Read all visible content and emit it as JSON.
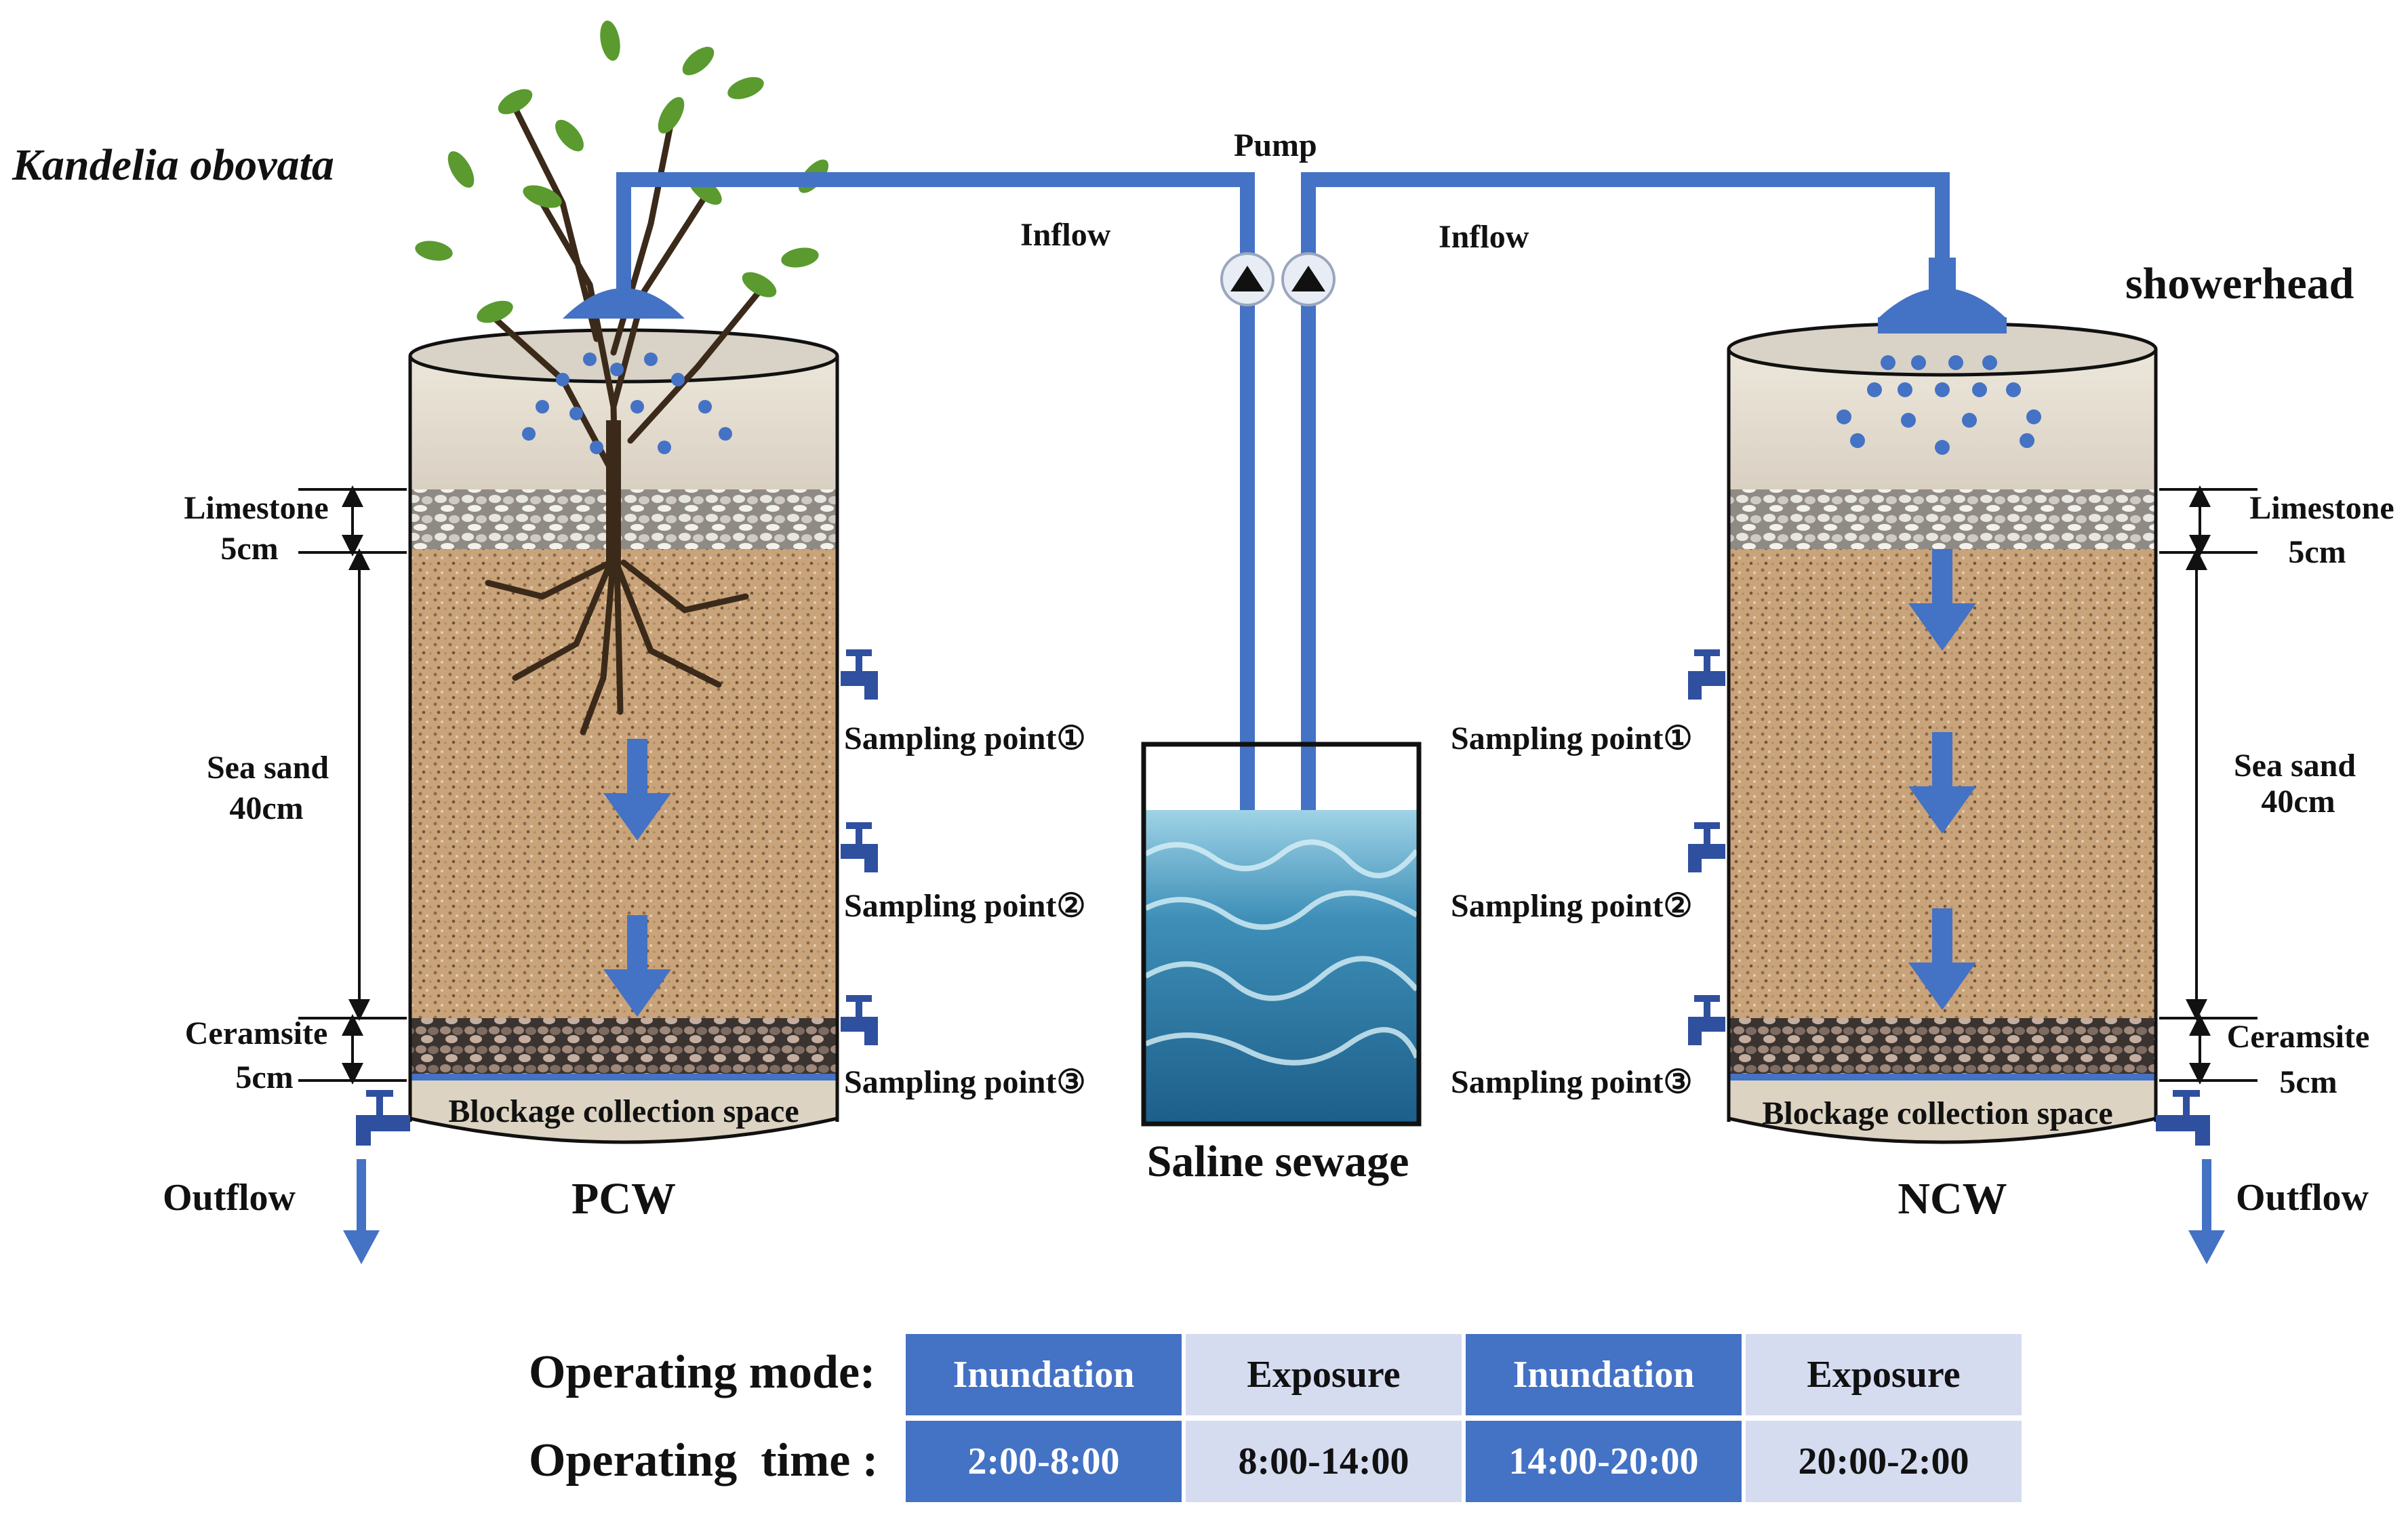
{
  "labels": {
    "plant": "Kandelia obovata",
    "pump": "Pump",
    "inflow_left": "Inflow",
    "inflow_right": "Inflow",
    "showerhead": "showerhead",
    "saline_sewage": "Saline sewage",
    "pcw": "PCW",
    "ncw": "NCW",
    "outflow_left": "Outflow",
    "outflow_right": "Outflow"
  },
  "layers_left": {
    "limestone": "Limestone",
    "limestone_depth": "5cm",
    "sea_sand": "Sea sand",
    "sea_sand_depth": "40cm",
    "ceramsite": "Ceramsite",
    "ceramsite_depth": "5cm",
    "blockage": "Blockage collection space"
  },
  "layers_right": {
    "limestone": "Limestone",
    "limestone_depth": "5cm",
    "sea_sand": "Sea sand",
    "sea_sand_depth": "40cm",
    "ceramsite": "Ceramsite",
    "ceramsite_depth": "5cm",
    "blockage": "Blockage collection space"
  },
  "sampling_left": [
    "Sampling point①",
    "Sampling point②",
    "Sampling point③"
  ],
  "sampling_right": [
    "Sampling point①",
    "Sampling point②",
    "Sampling point③"
  ],
  "schedule": {
    "mode_label": "Operating mode:",
    "time_label": "Operating  time :",
    "modes": [
      "Inundation",
      "Exposure",
      "Inundation",
      "Exposure"
    ],
    "times": [
      "2:00-8:00",
      "8:00-14:00",
      "14:00-20:00",
      "20:00-2:00"
    ]
  },
  "colors": {
    "pipe": "#4472c4",
    "inundation_cell": "#4472c4",
    "exposure_cell": "#d6dcf0"
  }
}
